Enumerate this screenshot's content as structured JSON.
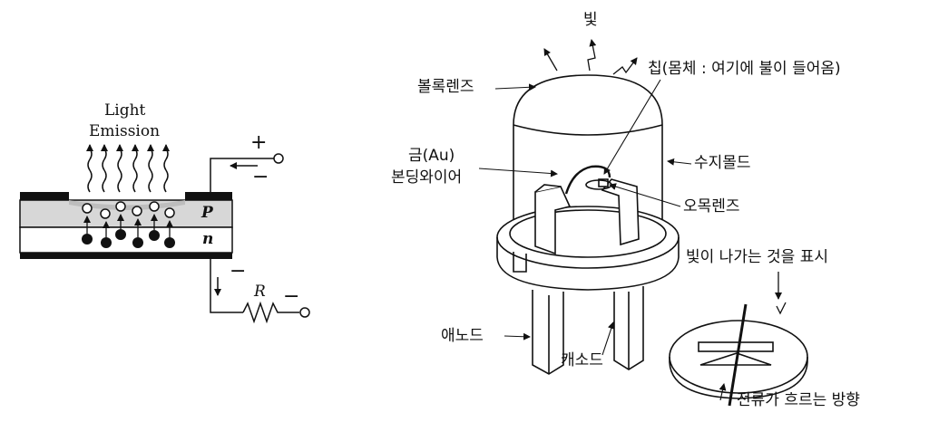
{
  "left_diagram": {
    "light_title_line1": "Light",
    "light_title_line2": "Emission",
    "p_layer": "P",
    "n_layer": "n",
    "plus_sign": "+",
    "minus_top": "−",
    "minus_down": "−",
    "resistor": "R",
    "minus_right": "−"
  },
  "right_diagram": {
    "light": "빛",
    "chip": "칩(몸체 : 여기에 불이 들어옴)",
    "convex_lens": "볼록렌즈",
    "gold_wire_line1": "금(Au)",
    "gold_wire_line2": "본딩와이어",
    "resin_mold": "수지몰드",
    "concave_lens": "오목렌즈",
    "light_out": "빛이 나가는 것을 표시",
    "anode": "애노드",
    "cathode": "캐소드",
    "current_dir": "전류가 흐르는 방향"
  }
}
